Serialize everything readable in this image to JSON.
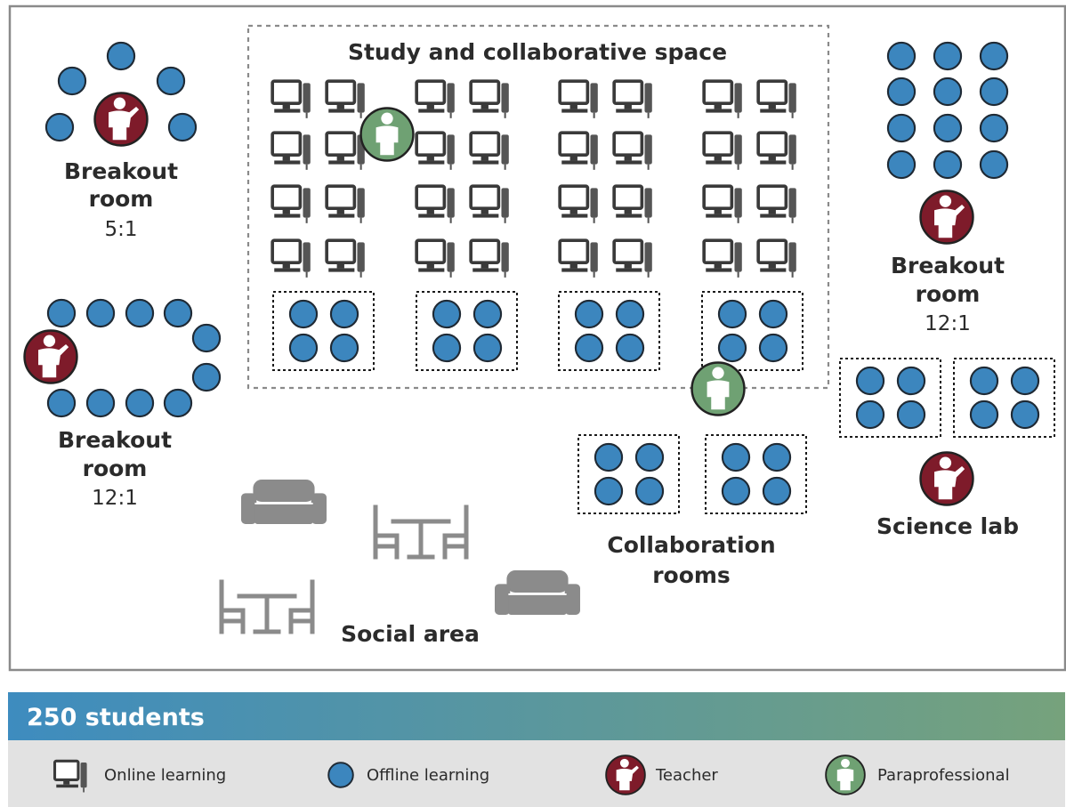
{
  "title": "Study and collaborative space",
  "rooms": {
    "breakout_5": {
      "name_line1": "Breakout",
      "name_line2": "room",
      "ratio": "5:1"
    },
    "breakout_12_left": {
      "name_line1": "Breakout",
      "name_line2": "room",
      "ratio": "12:1"
    },
    "breakout_12_right": {
      "name_line1": "Breakout",
      "name_line2": "room",
      "ratio": "12:1"
    },
    "science_lab": {
      "name": "Science lab"
    },
    "collaboration": {
      "name_line1": "Collaboration",
      "name_line2": "rooms"
    },
    "social": {
      "name": "Social area"
    }
  },
  "banner": {
    "text": "250 students"
  },
  "legend": [
    {
      "icon": "computer-icon",
      "label": "Online learning"
    },
    {
      "icon": "student-circle-icon",
      "label": "Offline learning"
    },
    {
      "icon": "teacher-icon",
      "label": "Teacher"
    },
    {
      "icon": "paraprofessional-icon",
      "label": "Paraprofessional"
    }
  ],
  "colors": {
    "student": "#3c86be",
    "teacher": "#7e1b2a",
    "paraprofessional": "#6fa173",
    "furniture": "#8b8b8b",
    "banner_start": "#3e8cbf",
    "banner_end": "#76a27c",
    "legend_bg": "#e2e2e2"
  }
}
